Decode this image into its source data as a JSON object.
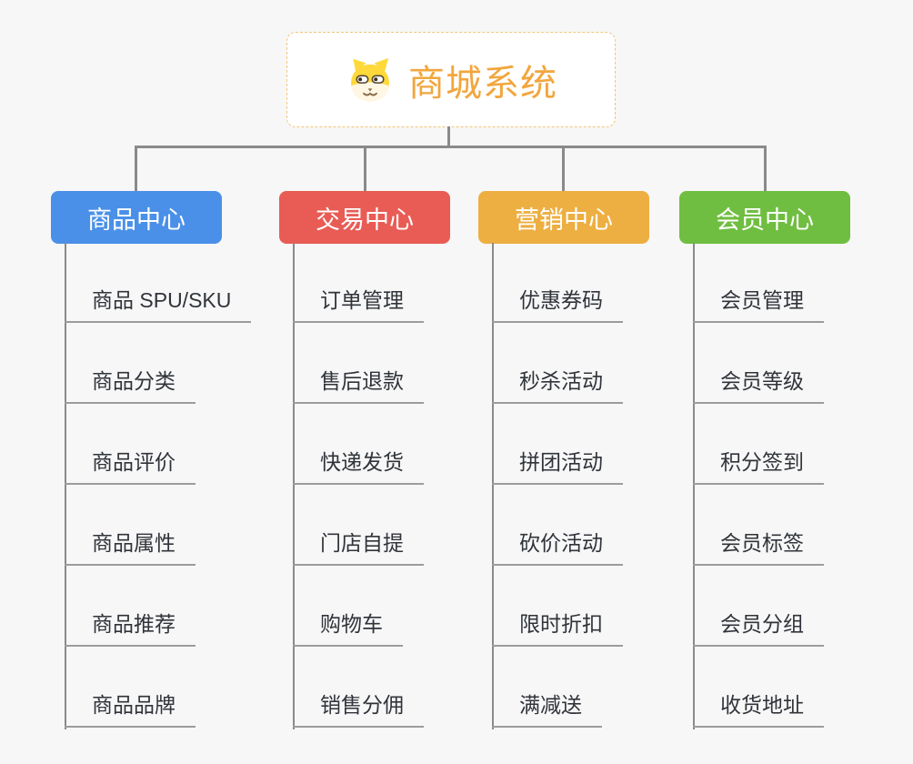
{
  "root": {
    "title": "商城系统",
    "icon": "dog-face-icon",
    "text_color": "#f2a63d",
    "border_color": "#f3c477",
    "background": "#ffffff"
  },
  "colors": {
    "page_background": "#f7f7f7",
    "connector": "#8a8a8a",
    "underline": "#9c9c9c",
    "leaf_text": "#30343a"
  },
  "branches": [
    {
      "label": "商品中心",
      "color": "#4a90e8",
      "items": [
        "商品 SPU/SKU",
        "商品分类",
        "商品评价",
        "商品属性",
        "商品推荐",
        "商品品牌"
      ]
    },
    {
      "label": "交易中心",
      "color": "#e85c55",
      "items": [
        "订单管理",
        "售后退款",
        "快递发货",
        "门店自提",
        "购物车",
        "销售分佣"
      ]
    },
    {
      "label": "营销中心",
      "color": "#edaf41",
      "items": [
        "优惠券码",
        "秒杀活动",
        "拼团活动",
        "砍价活动",
        "限时折扣",
        "满减送"
      ]
    },
    {
      "label": "会员中心",
      "color": "#70be41",
      "items": [
        "会员管理",
        "会员等级",
        "积分签到",
        "会员标签",
        "会员分组",
        "收货地址"
      ]
    }
  ]
}
